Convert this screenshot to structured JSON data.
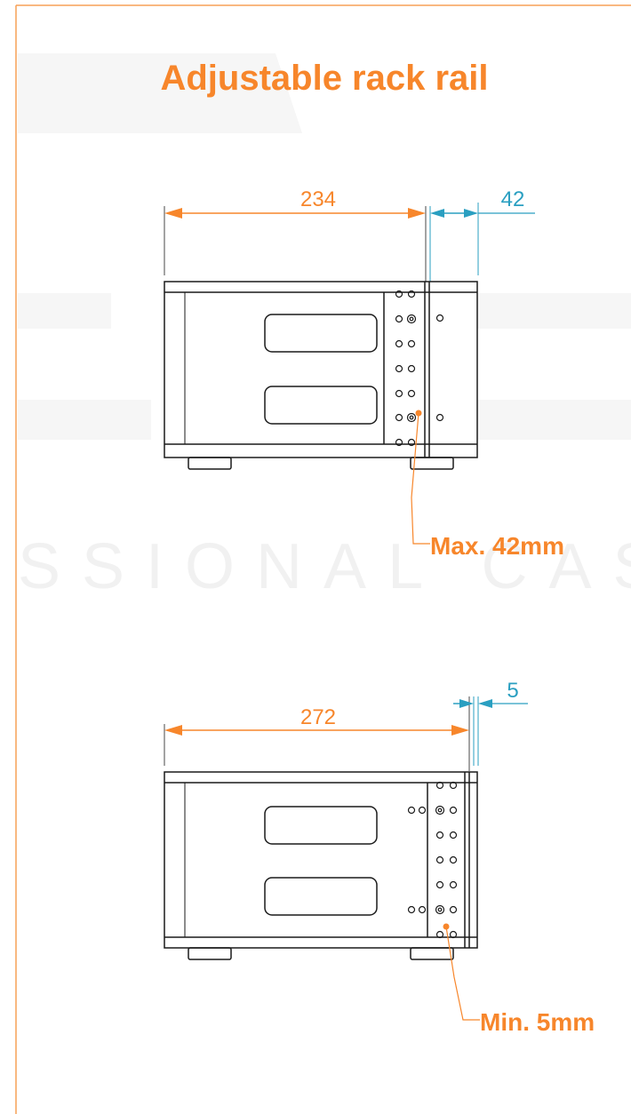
{
  "title": "Adjustable rack rail",
  "watermark": "SSIONAL CASES",
  "colors": {
    "accent": "#F7862B",
    "blue": "#2A9FC1",
    "outline": "#1a1a1a",
    "border": "#F7A056",
    "watermark": "#f4f4f4"
  },
  "diagrams": [
    {
      "main_dimension": "234",
      "offset_dimension": "42",
      "callout": "Max. 42mm"
    },
    {
      "main_dimension": "272",
      "offset_dimension": "5",
      "callout": "Min. 5mm"
    }
  ]
}
